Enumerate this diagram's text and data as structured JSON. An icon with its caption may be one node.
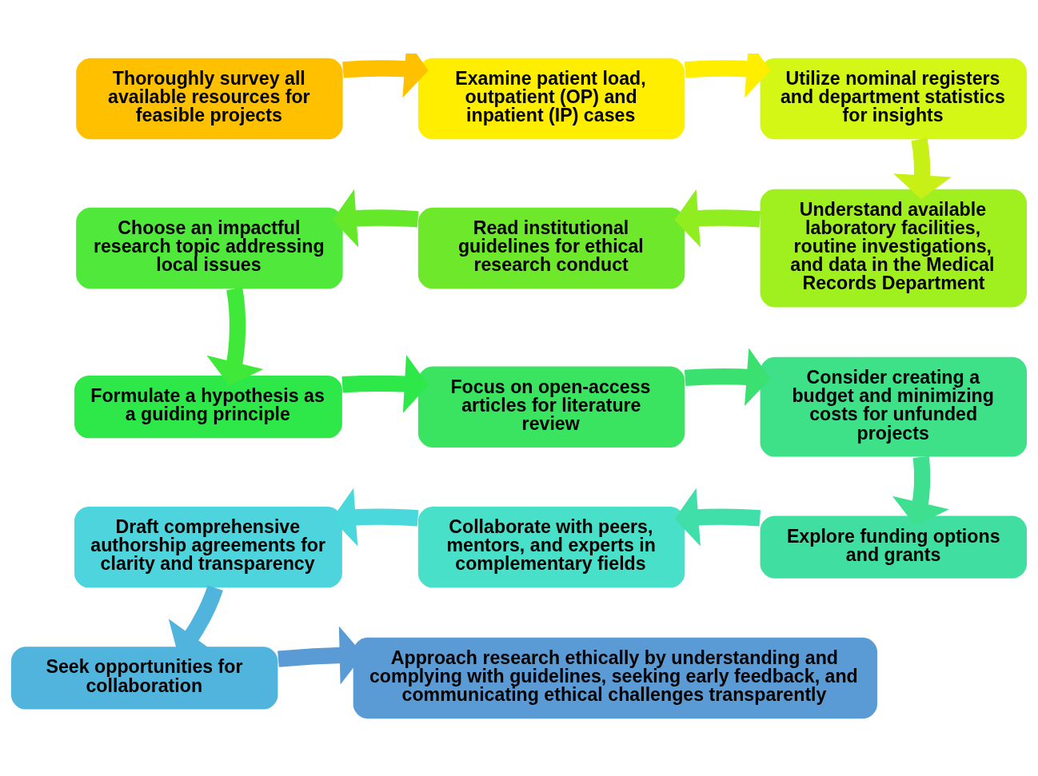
{
  "diagram": {
    "nodes": [
      {
        "text": [
          "Thoroughly survey all available resources for feasible projects"
        ]
      },
      {
        "text": [
          "Examine patient load, outpatient (OP) and inpatient (IP) cases"
        ]
      },
      {
        "text": [
          "Utilize nominal registers and department statistics for insights"
        ]
      },
      {
        "text": [
          "Understand available laboratory facilities, routine investigations, and data in the Medical Records Department"
        ]
      },
      {
        "text": [
          "Read institutional guidelines for ethical research conduct"
        ]
      },
      {
        "text": [
          "Choose an impactful research topic addressing local issues"
        ]
      },
      {
        "text": [
          "Formulate a hypothesis as a guiding principle"
        ]
      },
      {
        "text": [
          "Focus on open-access articles for literature review"
        ]
      },
      {
        "text": [
          "Consider creating a budget and minimizing costs for unfunded projects"
        ]
      },
      {
        "text": [
          "Explore funding options and grants"
        ]
      },
      {
        "text": [
          "Collaborate with peers, mentors, and experts in complementary fields"
        ]
      },
      {
        "text": [
          "Draft comprehensive authorship agreements for clarity and transparency"
        ]
      },
      {
        "text": [
          "Seek opportunities for collaboration"
        ]
      },
      {
        "text": [
          "Approach research ethically by understanding and complying with guidelines, seeking early feedback, and communicating ethical challenges transparently"
        ]
      }
    ],
    "edges": [
      {
        "from": 0,
        "to": 1,
        "arrow": "to",
        "color": "#ffc000"
      },
      {
        "from": 1,
        "to": 2,
        "arrow": "to",
        "color": "#ffee00"
      },
      {
        "from": 2,
        "to": 3,
        "arrow": "to",
        "color": "#c8f016"
      },
      {
        "from": 3,
        "to": 4,
        "arrow": "to",
        "color": "#90ee20"
      },
      {
        "from": 4,
        "to": 5,
        "arrow": "to",
        "color": "#66e82a"
      },
      {
        "from": 5,
        "to": 6,
        "arrow": "to",
        "color": "#40e83a"
      },
      {
        "from": 6,
        "to": 7,
        "arrow": "to",
        "color": "#2ee84a"
      },
      {
        "from": 7,
        "to": 8,
        "arrow": "to",
        "color": "#3ae070"
      },
      {
        "from": 8,
        "to": 9,
        "arrow": "to",
        "color": "#3ee090"
      },
      {
        "from": 9,
        "to": 10,
        "arrow": "to",
        "color": "#40dea8"
      },
      {
        "from": 10,
        "to": 11,
        "arrow": "to",
        "color": "#4ad8dc"
      },
      {
        "from": 11,
        "to": 12,
        "arrow": "to",
        "color": "#50b4dc"
      },
      {
        "from": 12,
        "to": 13,
        "arrow": "to",
        "color": "#5b9bd5"
      }
    ]
  }
}
